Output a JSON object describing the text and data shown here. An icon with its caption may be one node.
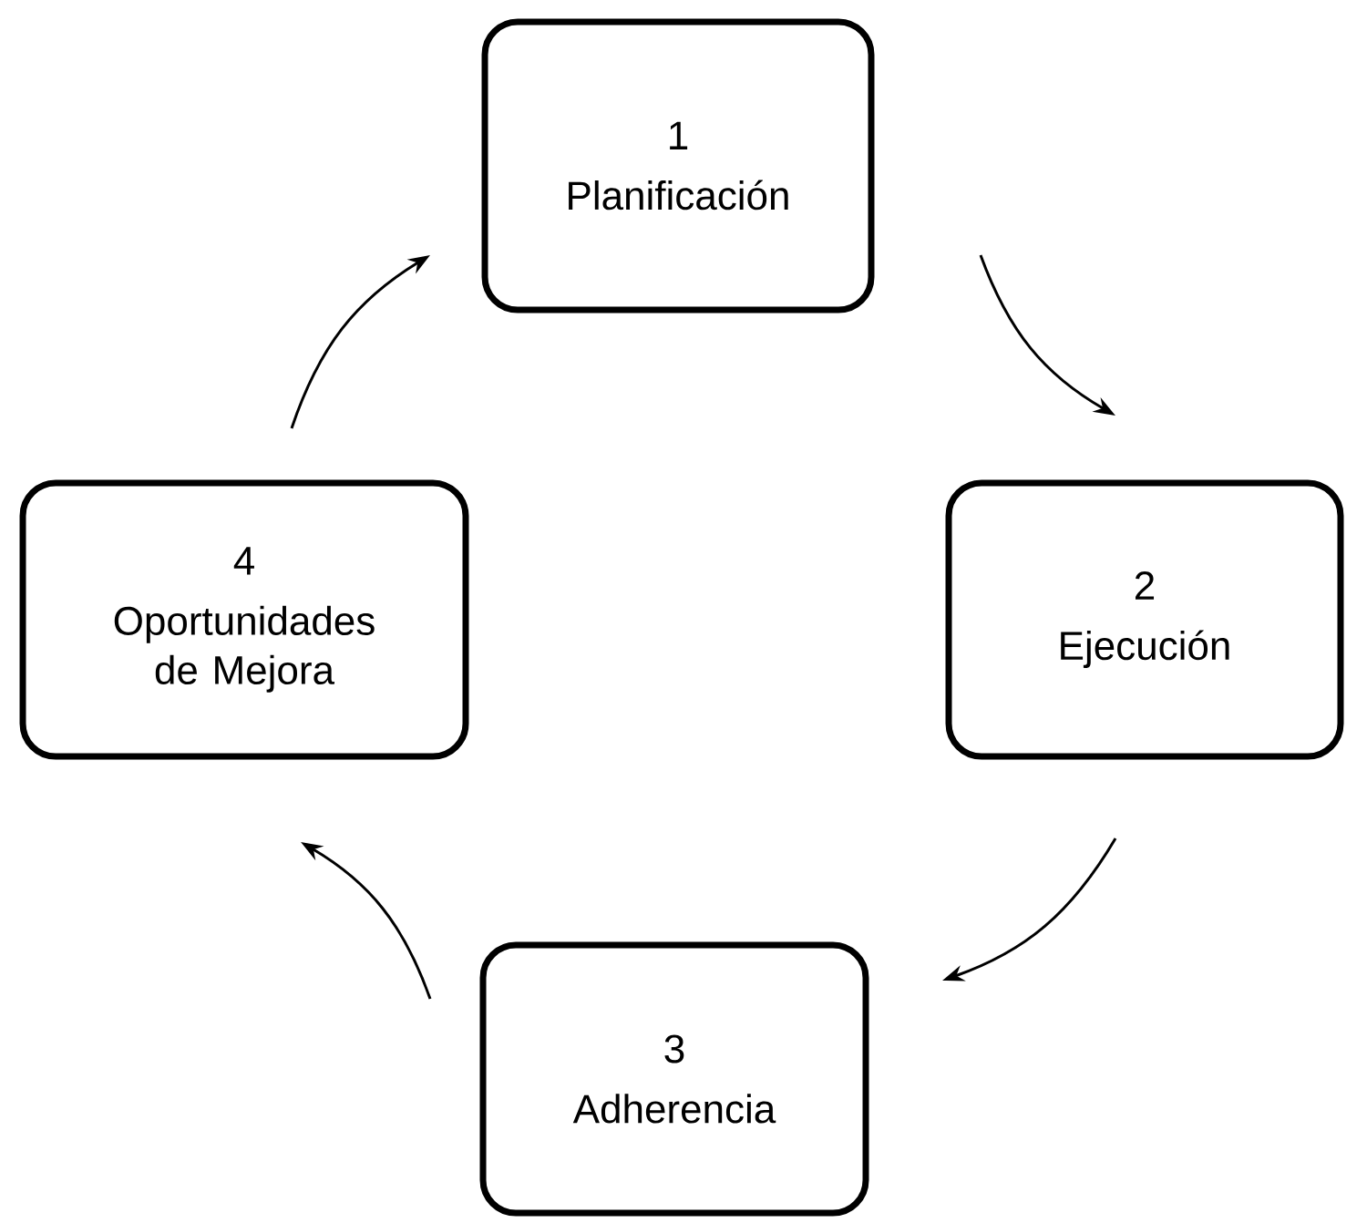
{
  "diagram": {
    "nodes": [
      {
        "text": [
          "1",
          "Planificación"
        ]
      },
      {
        "text": [
          "2",
          "Ejecución"
        ]
      },
      {
        "text": [
          "3",
          "Adherencia"
        ]
      },
      {
        "text": [
          "4",
          "Oportunidades de Mejora"
        ]
      }
    ],
    "edges": [
      {
        "from": 0,
        "to": 1,
        "arrow": "to"
      },
      {
        "from": 1,
        "to": 2,
        "arrow": "to"
      },
      {
        "from": 2,
        "to": 3,
        "arrow": "to"
      },
      {
        "from": 3,
        "to": 0,
        "arrow": "to"
      }
    ]
  }
}
